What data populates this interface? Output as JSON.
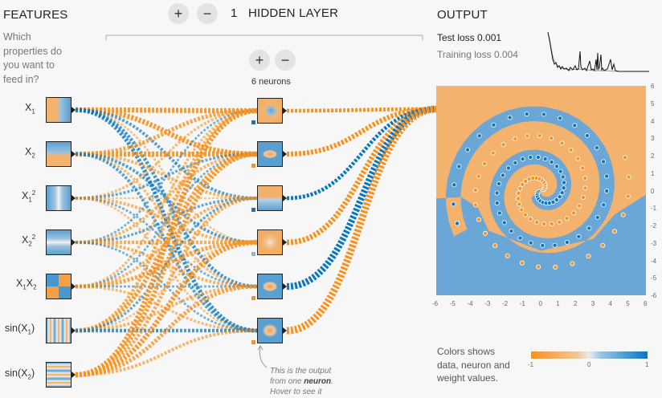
{
  "features": {
    "title": "FEATURES",
    "question": [
      "Which",
      "properties do",
      "you want to",
      "feed in?"
    ],
    "items": [
      {
        "main": "X",
        "sub": "1",
        "sup": ""
      },
      {
        "main": "X",
        "sub": "2",
        "sup": ""
      },
      {
        "main": "X",
        "sub": "1",
        "sup": "2"
      },
      {
        "main": "X",
        "sub": "2",
        "sup": "2"
      },
      {
        "main": "X",
        "sub": "1",
        "main2": "X",
        "sub2": "2"
      },
      {
        "main": "sin(X",
        "sub": "1",
        "tail": ")"
      },
      {
        "main": "sin(X",
        "sub": "2",
        "tail": ")"
      }
    ]
  },
  "layers": {
    "add_symbol": "+",
    "remove_symbol": "−",
    "count": "1",
    "label": "HIDDEN LAYER",
    "neurons_label": "6 neurons"
  },
  "output": {
    "title": "OUTPUT",
    "test_loss_label": "Test loss",
    "test_loss_value": "0.001",
    "training_loss_label": "Training loss",
    "training_loss_value": "0.004",
    "x_ticks": [
      "-6",
      "-5",
      "-4",
      "-3",
      "-2",
      "-1",
      "0",
      "1",
      "2",
      "3",
      "4",
      "5",
      "6"
    ],
    "y_ticks": [
      "6",
      "5",
      "4",
      "3",
      "2",
      "1",
      "0",
      "-1",
      "-2",
      "-3",
      "-4",
      "-5",
      "-6"
    ]
  },
  "annotation": {
    "line1": "This is the output",
    "line2_pre": "from one ",
    "line2_bold": "neuron",
    "line2_post": ".",
    "line3": "Hover to see it"
  },
  "legend": {
    "line1": "Colors shows",
    "line2": "data, neuron and",
    "line3": "weight values.",
    "ticks": [
      "-1",
      "0",
      "1"
    ]
  },
  "colors": {
    "orange": "#f59322",
    "blue": "#0877bd",
    "bg": "#f7f7f7"
  }
}
